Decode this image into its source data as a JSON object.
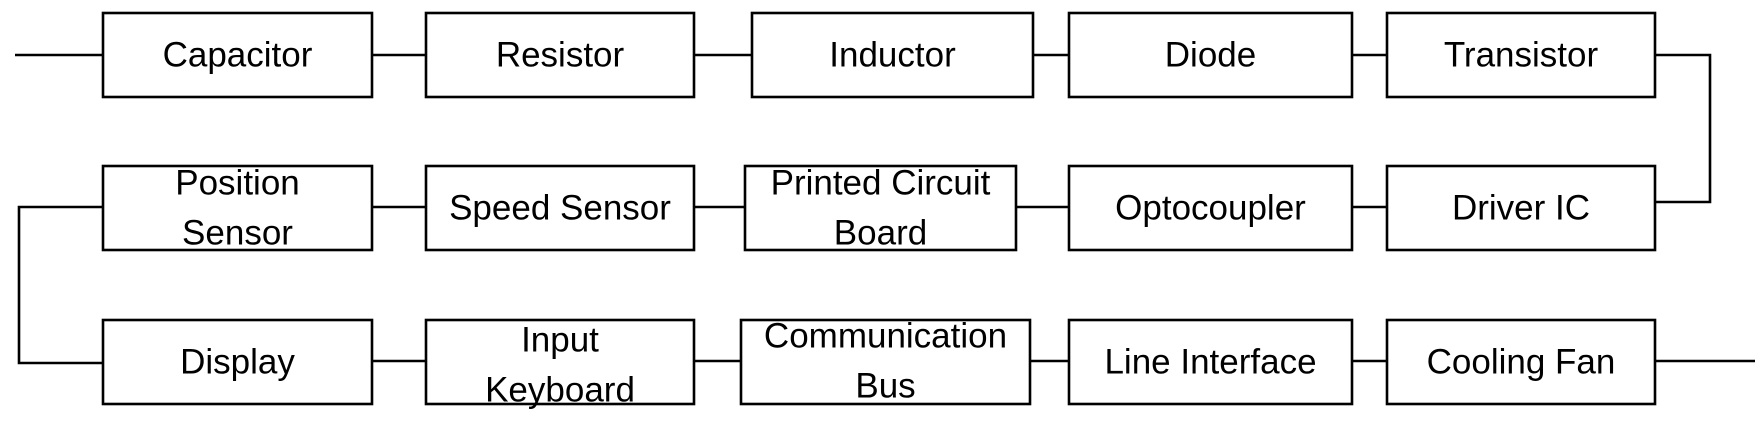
{
  "blocks": {
    "capacitor": "Capacitor",
    "resistor": "Resistor",
    "inductor": "Inductor",
    "diode": "Diode",
    "transistor": "Transistor",
    "position_sensor": [
      "Position",
      "Sensor"
    ],
    "speed_sensor": "Speed Sensor",
    "printed_circuit_board": [
      "Printed Circuit",
      "Board"
    ],
    "optocoupler": "Optocoupler",
    "driver_ic": "Driver IC",
    "display": "Display",
    "input_keyboard": [
      "Input",
      "Keyboard"
    ],
    "communication_bus": [
      "Communication",
      "Bus"
    ],
    "line_interface": "Line Interface",
    "cooling_fan": "Cooling Fan"
  }
}
